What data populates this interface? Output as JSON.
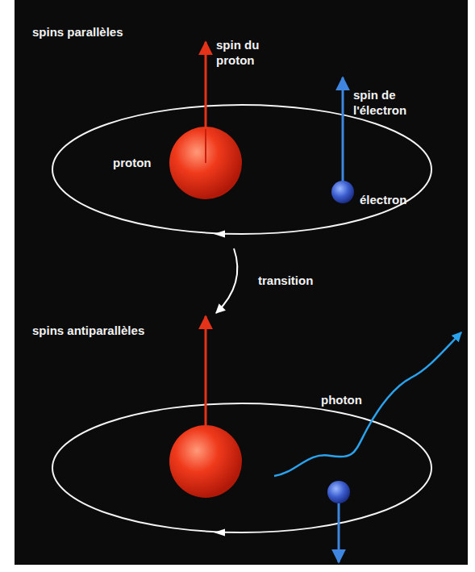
{
  "diagram": {
    "labels": [
      "spins parallèles",
      "spin du proton",
      "spin de l'électron",
      "proton",
      "électron",
      "transition",
      "spins antiparallèles",
      "photon"
    ]
  }
}
